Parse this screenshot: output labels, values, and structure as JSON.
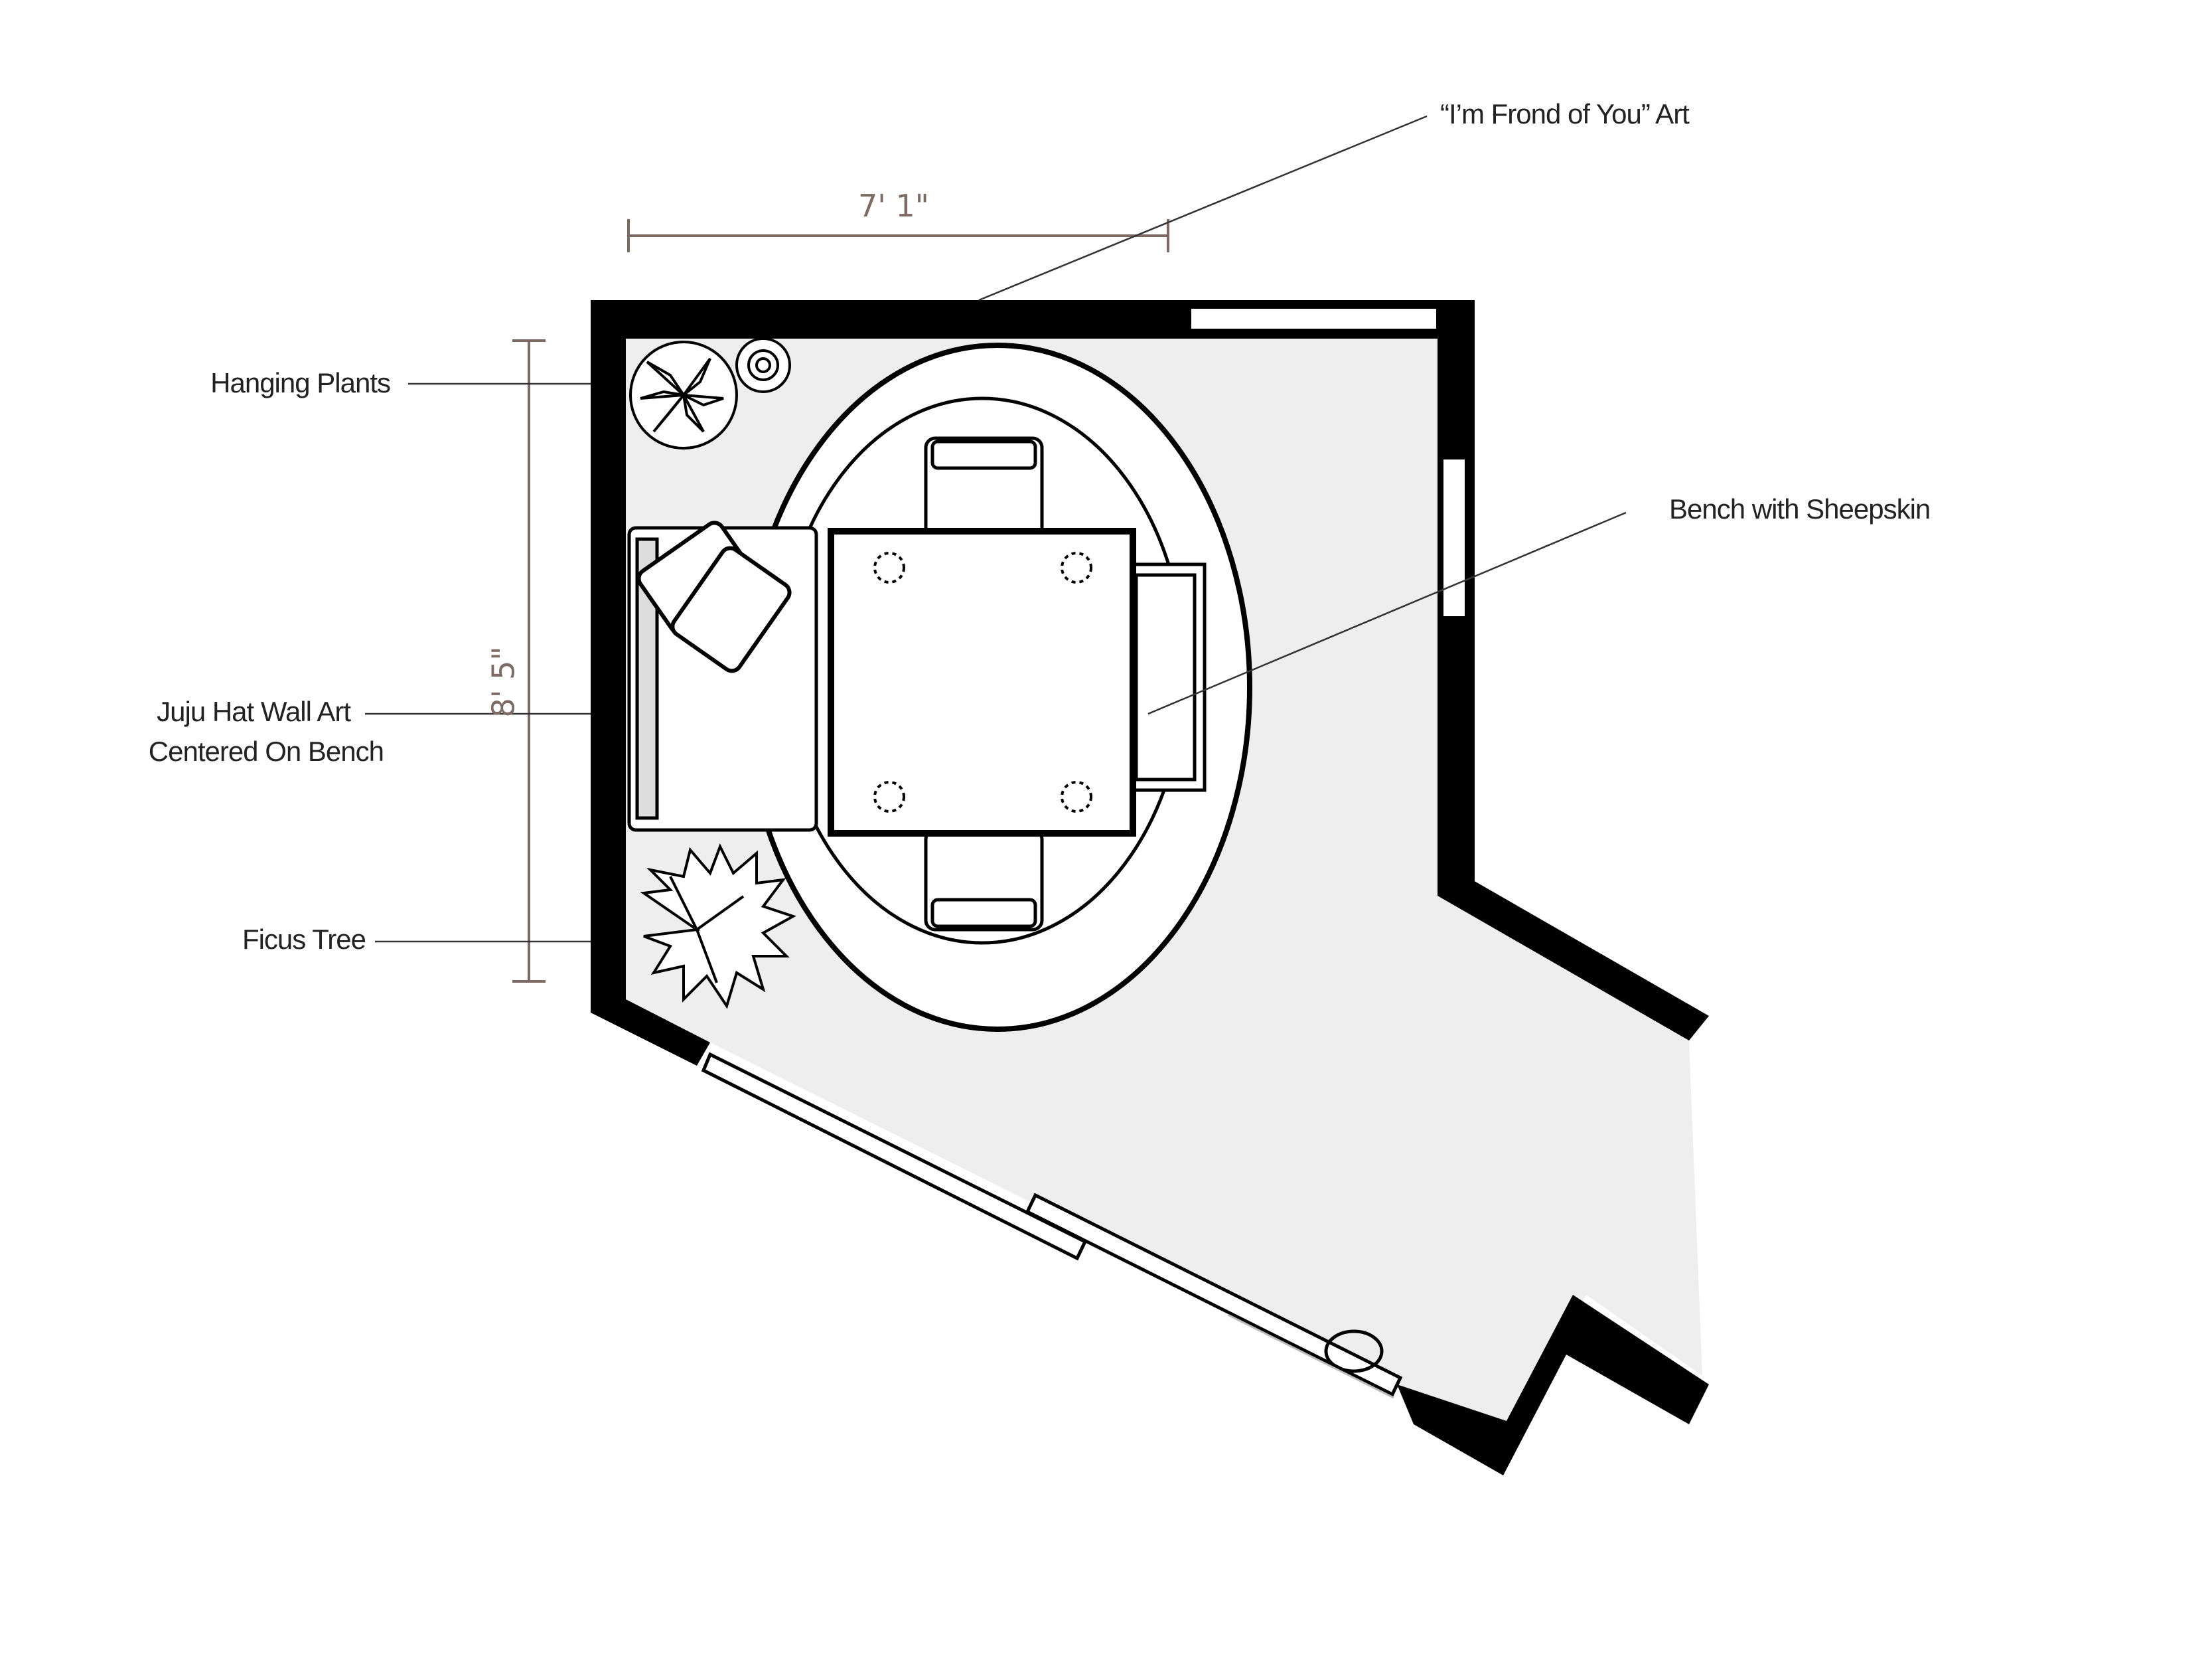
{
  "dimensions": {
    "width_label": "7' 1\"",
    "height_label": "8' 5\""
  },
  "callouts": {
    "art": "“I’m Frond of You” Art",
    "bench": "Bench with Sheepskin",
    "plants": "Hanging Plants",
    "juju_line1": "Juju Hat Wall Art",
    "juju_line2": "Centered On Bench",
    "ficus": "Ficus Tree"
  },
  "colors": {
    "wall": "#000000",
    "floor": "#eeeeee",
    "dimension": "#7d6a63",
    "leader": "#333333"
  }
}
